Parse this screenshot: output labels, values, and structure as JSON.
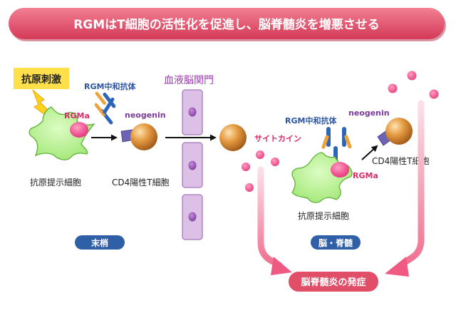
{
  "banner": {
    "title": "RGMはT細胞の活性化を促進し、脳脊髄炎を増悪させる"
  },
  "left": {
    "stimulus_label": "抗原刺激",
    "rgma_label": "RGMa",
    "antibody_label": "RGM中和抗体",
    "neogenin_label": "neogenin",
    "apc_label": "抗原提示細胞",
    "tcell_label": "CD4陽性T細胞",
    "region_label": "末梢"
  },
  "barrier": {
    "label": "血液脳関門"
  },
  "right": {
    "cytokine_label": "サイトカイン",
    "antibody_label": "RGM中和抗体",
    "neogenin_label": "neogenin",
    "tcell_label": "CD4陽性T細胞",
    "rgma_label": "RGMa",
    "apc_label": "抗原提示細胞",
    "region_label": "脳・脊髄"
  },
  "outcome": {
    "label": "脳脊髄炎の発症"
  },
  "colors": {
    "banner_red": "#e04e68",
    "cell_green": "#b9f28e",
    "rgma_pink": "#f0508a",
    "cytokine_pink": "#ef4f8c",
    "tcell_orange": "#d9892c",
    "neogenin_purple": "#6d63b5",
    "barrier_purple": "#d9b9e3",
    "region_blue": "#2f5fa7",
    "antibody_blue": "#2d66b8"
  }
}
